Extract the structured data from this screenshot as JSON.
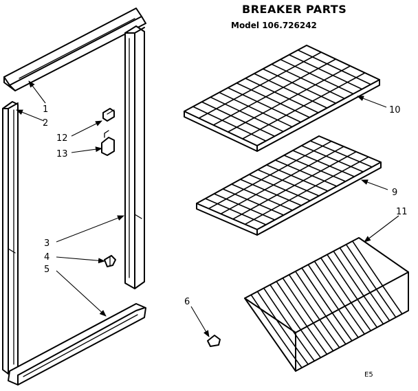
{
  "title": "BREAKER PARTS",
  "model": "Model 106.726242",
  "callouts": [
    "1",
    "2",
    "12",
    "13",
    "3",
    "4",
    "5",
    "6",
    "10",
    "9",
    "11"
  ],
  "corner_code": "E5"
}
